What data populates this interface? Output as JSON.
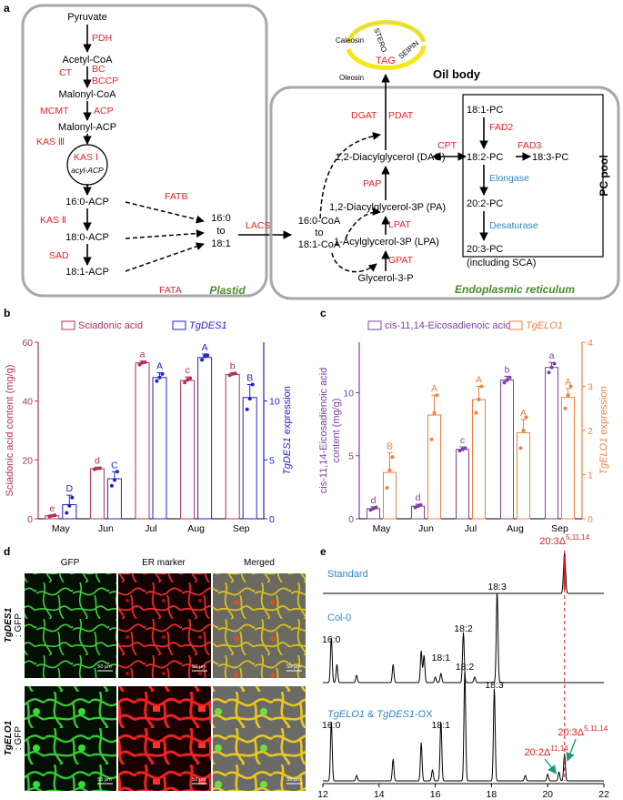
{
  "panel_a": {
    "letter": "a",
    "plastid": {
      "metabolites": [
        "Pyruvate",
        "Acetyl-CoA",
        "Malonyl-CoA",
        "Malonyl-ACP",
        "16:0-ACP",
        "18:0-ACP",
        "18:1-ACP"
      ],
      "enzymes": {
        "pdh": "PDH",
        "ct": "CT",
        "bc": "BC",
        "bccp": "BCCP",
        "mcmt": "MCMT",
        "acp": "ACP",
        "kas3": "KAS Ⅲ",
        "kas1": "KAS Ⅰ",
        "acyl_acp": "acyl-ACP",
        "kas2": "KAS Ⅱ",
        "sad": "SAD",
        "fatb": "FATB",
        "fata": "FATA"
      },
      "pool": [
        "16:0",
        "to",
        "18:1"
      ],
      "label": "Plastid"
    },
    "lacs": "LACS",
    "er": {
      "coa": [
        "16:0-CoA",
        "to",
        "18:1-CoA"
      ],
      "metabolites": {
        "dag": "1,2-Diacylglycerol (DAG)",
        "pa": "1,2-Diacylglycerol-3P (PA)",
        "lpa": "1-Acylglycerol-3P (LPA)",
        "g3p": "Glycerol-3-P"
      },
      "enzymes": {
        "dgat": "DGAT",
        "pdat": "PDAT",
        "pap": "PAP",
        "lpat": "LPAT",
        "gpat": "GPAT",
        "cpt": "CPT"
      },
      "label": "Endoplasmic reticulum"
    },
    "pc_pool": {
      "items": {
        "p181": "18:1-PC",
        "fad2": "FAD2",
        "p182": "18:2-PC",
        "fad3": "FAD3",
        "p183": "18:3-PC",
        "elongase": "Elongase",
        "p202": "20:2-PC",
        "desaturase": "Desaturase",
        "p203": "20:3-PC",
        "sca": "(including SCA)"
      },
      "label": "PC pool"
    },
    "oil_body": {
      "tag": "TAG",
      "caleosin": "Caleosin",
      "stero": "STERO",
      "seipin": "SEIPIN",
      "oleosin": "Oleosin",
      "label": "Oil body"
    }
  },
  "colors": {
    "enzyme": "#e8232a",
    "blue_text": "#2e86c1",
    "plastid_green": "#4a8a2a",
    "sciadonic": "#b03060",
    "tgdes1": "#2222cc",
    "eicosa": "#7b3fa0",
    "tgelo1": "#f08040",
    "standard_peak": "#e02020"
  },
  "chart_data": [
    {
      "panel": "b",
      "type": "bar",
      "categories": [
        "May",
        "Jun",
        "Jul",
        "Aug",
        "Sep"
      ],
      "series": [
        {
          "name": "Sciadonic acid",
          "axis": "left",
          "values": [
            1,
            17,
            53,
            47,
            49
          ],
          "errors": [
            0.3,
            0.5,
            0.6,
            1.2,
            0.7
          ],
          "dots": [
            [
              0.8,
              1.0,
              1.2
            ],
            [
              16.8,
              17.1,
              17.2
            ],
            [
              52.4,
              53.0,
              53.2
            ],
            [
              46.3,
              47.2,
              47.8
            ],
            [
              48.8,
              49.2,
              49.4
            ]
          ],
          "letters": [
            "e",
            "d",
            "a",
            "c",
            "b"
          ]
        },
        {
          "name": "TgDES1",
          "axis": "right",
          "values": [
            1.2,
            3.4,
            12,
            13.7,
            10.3
          ],
          "errors": [
            0.8,
            0.6,
            0.4,
            0.3,
            1.1
          ],
          "dots": [
            [
              0.5,
              1.1,
              1.8
            ],
            [
              2.8,
              3.3,
              4.0
            ],
            [
              11.7,
              12.0,
              12.3
            ],
            [
              13.5,
              13.8,
              13.9
            ],
            [
              9.3,
              10.2,
              11.4
            ]
          ],
          "letters": [
            "D",
            "C",
            "A",
            "A",
            "B"
          ]
        }
      ],
      "ylabel": "Sciadonic acid content (mg/g)",
      "y2label": "TgDES1 expression",
      "ylim": [
        0,
        60
      ],
      "y2lim": [
        0,
        15
      ],
      "yticks": [
        0,
        20,
        40,
        60
      ],
      "y2ticks": [
        0,
        5,
        10
      ]
    },
    {
      "panel": "c",
      "type": "bar",
      "categories": [
        "May",
        "Jun",
        "Jul",
        "Aug",
        "Sep"
      ],
      "series": [
        {
          "name": "cis-11,14-Eicosadienoic acid",
          "axis": "left",
          "values": [
            0.8,
            1,
            5.5,
            11,
            12
          ],
          "errors": [
            0.15,
            0.15,
            0.2,
            0.3,
            0.4
          ],
          "dots": [
            [
              0.7,
              0.8,
              0.9
            ],
            [
              0.9,
              1.0,
              1.1
            ],
            [
              5.4,
              5.5,
              5.6
            ],
            [
              10.8,
              11.0,
              11.2
            ],
            [
              11.6,
              12.0,
              12.3
            ]
          ],
          "letters": [
            "d",
            "d",
            "c",
            "b",
            "a"
          ]
        },
        {
          "name": "TgELO1",
          "axis": "right",
          "values": [
            1.05,
            2.35,
            2.7,
            1.95,
            2.75
          ],
          "errors": [
            0.45,
            0.45,
            0.3,
            0.3,
            0.2
          ],
          "dots": [
            [
              0.7,
              1.1,
              1.4
            ],
            [
              1.8,
              2.4,
              2.8
            ],
            [
              2.4,
              2.7,
              3.0
            ],
            [
              1.6,
              2.0,
              2.3
            ],
            [
              2.5,
              2.8,
              3.0
            ]
          ],
          "letters": [
            "B",
            "A",
            "A",
            "A",
            "A"
          ]
        }
      ],
      "ylabel": "cis-11,14-Eicosadienoic acid content (mg/g)",
      "y2label": "TgELO1 expression",
      "ylim": [
        0,
        14
      ],
      "y2lim": [
        0,
        4
      ],
      "yticks": [
        0,
        5,
        10
      ],
      "y2ticks": [
        0,
        1,
        2,
        3,
        4
      ]
    },
    {
      "panel": "e",
      "type": "line",
      "xlim": [
        12,
        22
      ],
      "xticks": [
        12,
        14,
        16,
        18,
        20,
        22
      ],
      "series": [
        {
          "name": "Standard",
          "peaks": [
            [
              20.6,
              1.0
            ]
          ]
        },
        {
          "name": "Col-0",
          "peaks": [
            [
              12.3,
              0.5
            ],
            [
              12.5,
              0.2
            ],
            [
              13.2,
              0.08
            ],
            [
              14.5,
              0.2
            ],
            [
              15.5,
              0.35
            ],
            [
              15.6,
              0.3
            ],
            [
              16.0,
              0.06
            ],
            [
              16.2,
              0.1
            ],
            [
              17.0,
              0.55
            ],
            [
              17.4,
              0.06
            ],
            [
              18.2,
              1.0
            ]
          ]
        },
        {
          "name": "TgELO1 & TgDES1-OX",
          "peaks": [
            [
              12.3,
              0.55
            ],
            [
              13.2,
              0.05
            ],
            [
              14.5,
              0.2
            ],
            [
              15.5,
              0.35
            ],
            [
              15.9,
              0.1
            ],
            [
              16.2,
              0.55
            ],
            [
              17.05,
              1.0
            ],
            [
              18.1,
              0.85
            ],
            [
              19.2,
              0.05
            ],
            [
              20.0,
              0.06
            ],
            [
              20.4,
              0.08
            ],
            [
              20.6,
              0.25
            ]
          ]
        }
      ],
      "peak_labels": {
        "col0": [
          "16:0",
          "18:1",
          "18:2",
          "18:3"
        ],
        "ox": [
          "16:0",
          "18:1",
          "18:2",
          "18:3"
        ],
        "std": "20:3Δ",
        "std_sup": "5,11,14",
        "ox202": "20:2Δ",
        "ox202_sup": "11,14",
        "ox203": "20:3Δ",
        "ox203_sup": "5,11,14"
      }
    }
  ],
  "panel_b": {
    "letter": "b"
  },
  "panel_c": {
    "letter": "c"
  },
  "panel_d": {
    "letter": "d",
    "columns": [
      "GFP",
      "ER marker",
      "Merged"
    ],
    "row1_label_a": "TgDES1",
    "row1_label_b": ": GFP",
    "row2_label_a": "TgELO1",
    "row2_label_b": ": GFP",
    "scale": "50 μm"
  },
  "panel_e": {
    "letter": "e"
  }
}
